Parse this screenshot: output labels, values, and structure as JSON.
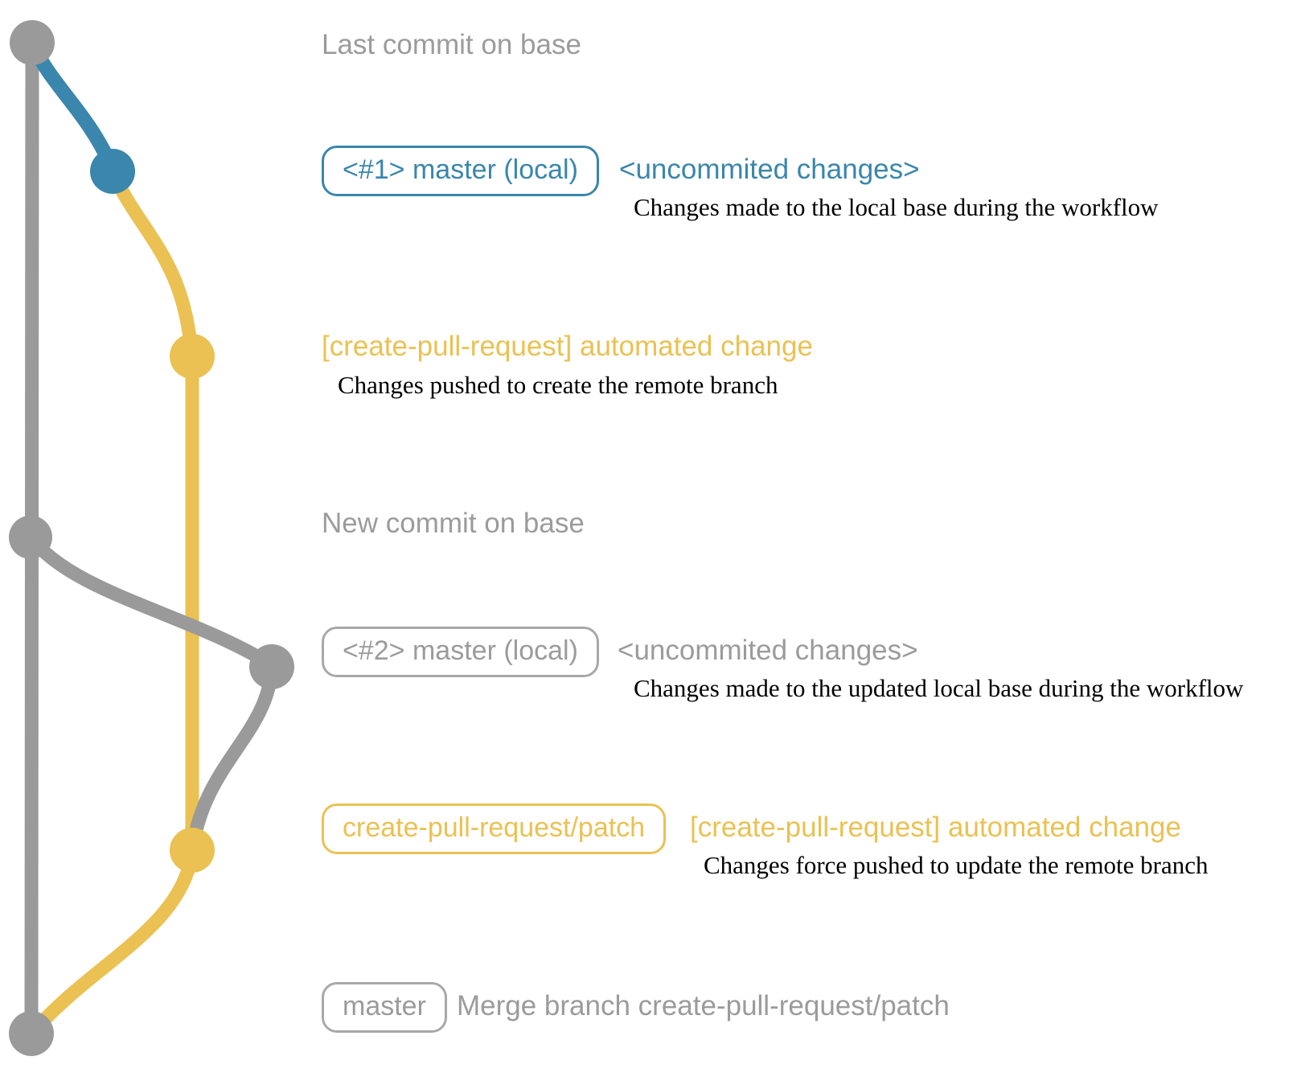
{
  "colors": {
    "base_gray": "#9a9a9a",
    "local_blue": "#3a86ac",
    "patch_yellow": "#eac152",
    "text_gray": "#9b9b9b",
    "description_black": "#000000"
  },
  "graph": {
    "branches": [
      {
        "name": "base",
        "color": "#9a9a9a"
      },
      {
        "name": "master (local)",
        "color": "#3a86ac"
      },
      {
        "name": "create-pull-request/patch",
        "color": "#eac152"
      }
    ]
  },
  "annotations": {
    "last_commit": {
      "label": "Last commit on base"
    },
    "commit1": {
      "badge": "<#1> master (local)",
      "note": "<uncommited changes>",
      "description": "Changes made to the local base during the workflow"
    },
    "push1": {
      "label": "[create-pull-request] automated change",
      "description": "Changes pushed to create the remote branch"
    },
    "new_commit": {
      "label": "New commit on base"
    },
    "commit2": {
      "badge": "<#2> master (local)",
      "note": "<uncommited changes>",
      "description": "Changes made to the updated local base during the workflow"
    },
    "push2": {
      "badge": "create-pull-request/patch",
      "note": "[create-pull-request] automated change",
      "description": "Changes force pushed to update the remote branch"
    },
    "merge": {
      "badge": "master",
      "label": "Merge branch create-pull-request/patch"
    }
  }
}
